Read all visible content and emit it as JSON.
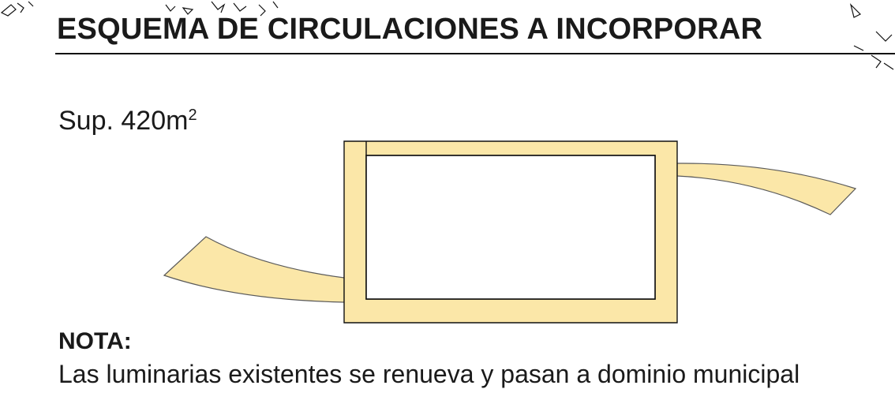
{
  "title": "ESQUEMA DE CIRCULACIONES A INCORPORAR",
  "area": {
    "label": "Sup. 420m",
    "superscript": "2"
  },
  "note": {
    "heading": "NOTA:",
    "text": "Las luminarias existentes se renueva y pasan a dominio municipal"
  },
  "colors": {
    "circulation_fill": "#fbe7a8",
    "stroke": "#111111",
    "text": "#1a1a1a",
    "background": "#ffffff"
  }
}
